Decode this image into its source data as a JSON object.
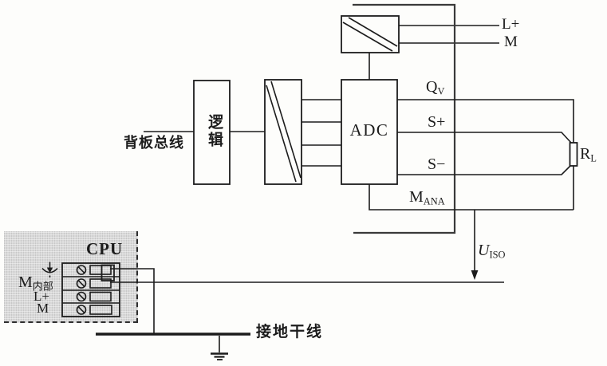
{
  "diagram": {
    "blocks": {
      "logic": "逻辑",
      "adc": "ADC",
      "cpu": "CPU"
    },
    "labels": {
      "backplane_bus": "背板总线",
      "supply_l_plus": "L+",
      "supply_m": "M",
      "qv": {
        "base": "Q",
        "sub": "V"
      },
      "s_plus": "S+",
      "s_minus": "S−",
      "m_ana": {
        "base": "M",
        "sub": "ANA"
      },
      "load_resistor": {
        "base": "R",
        "sub": "L"
      },
      "u_iso": {
        "base": "U",
        "sub": "ISO"
      },
      "m_internal": {
        "base": "M",
        "sub": "内部"
      },
      "cpu_l_plus": "L+",
      "cpu_m": "M",
      "ground_trunk": "接地干线"
    },
    "icons": {
      "isolation_barrier": "diagonal-band-box",
      "screw_terminal": "circle-slash",
      "functional_earth": "arrow-into-cup",
      "earth_ground": "three-bar-ground"
    },
    "colors": {
      "line": "#1c1c1c",
      "boundary": "#3a3a3a",
      "module_fill": "#d9d9d9",
      "background": "#fdfdfb"
    }
  }
}
